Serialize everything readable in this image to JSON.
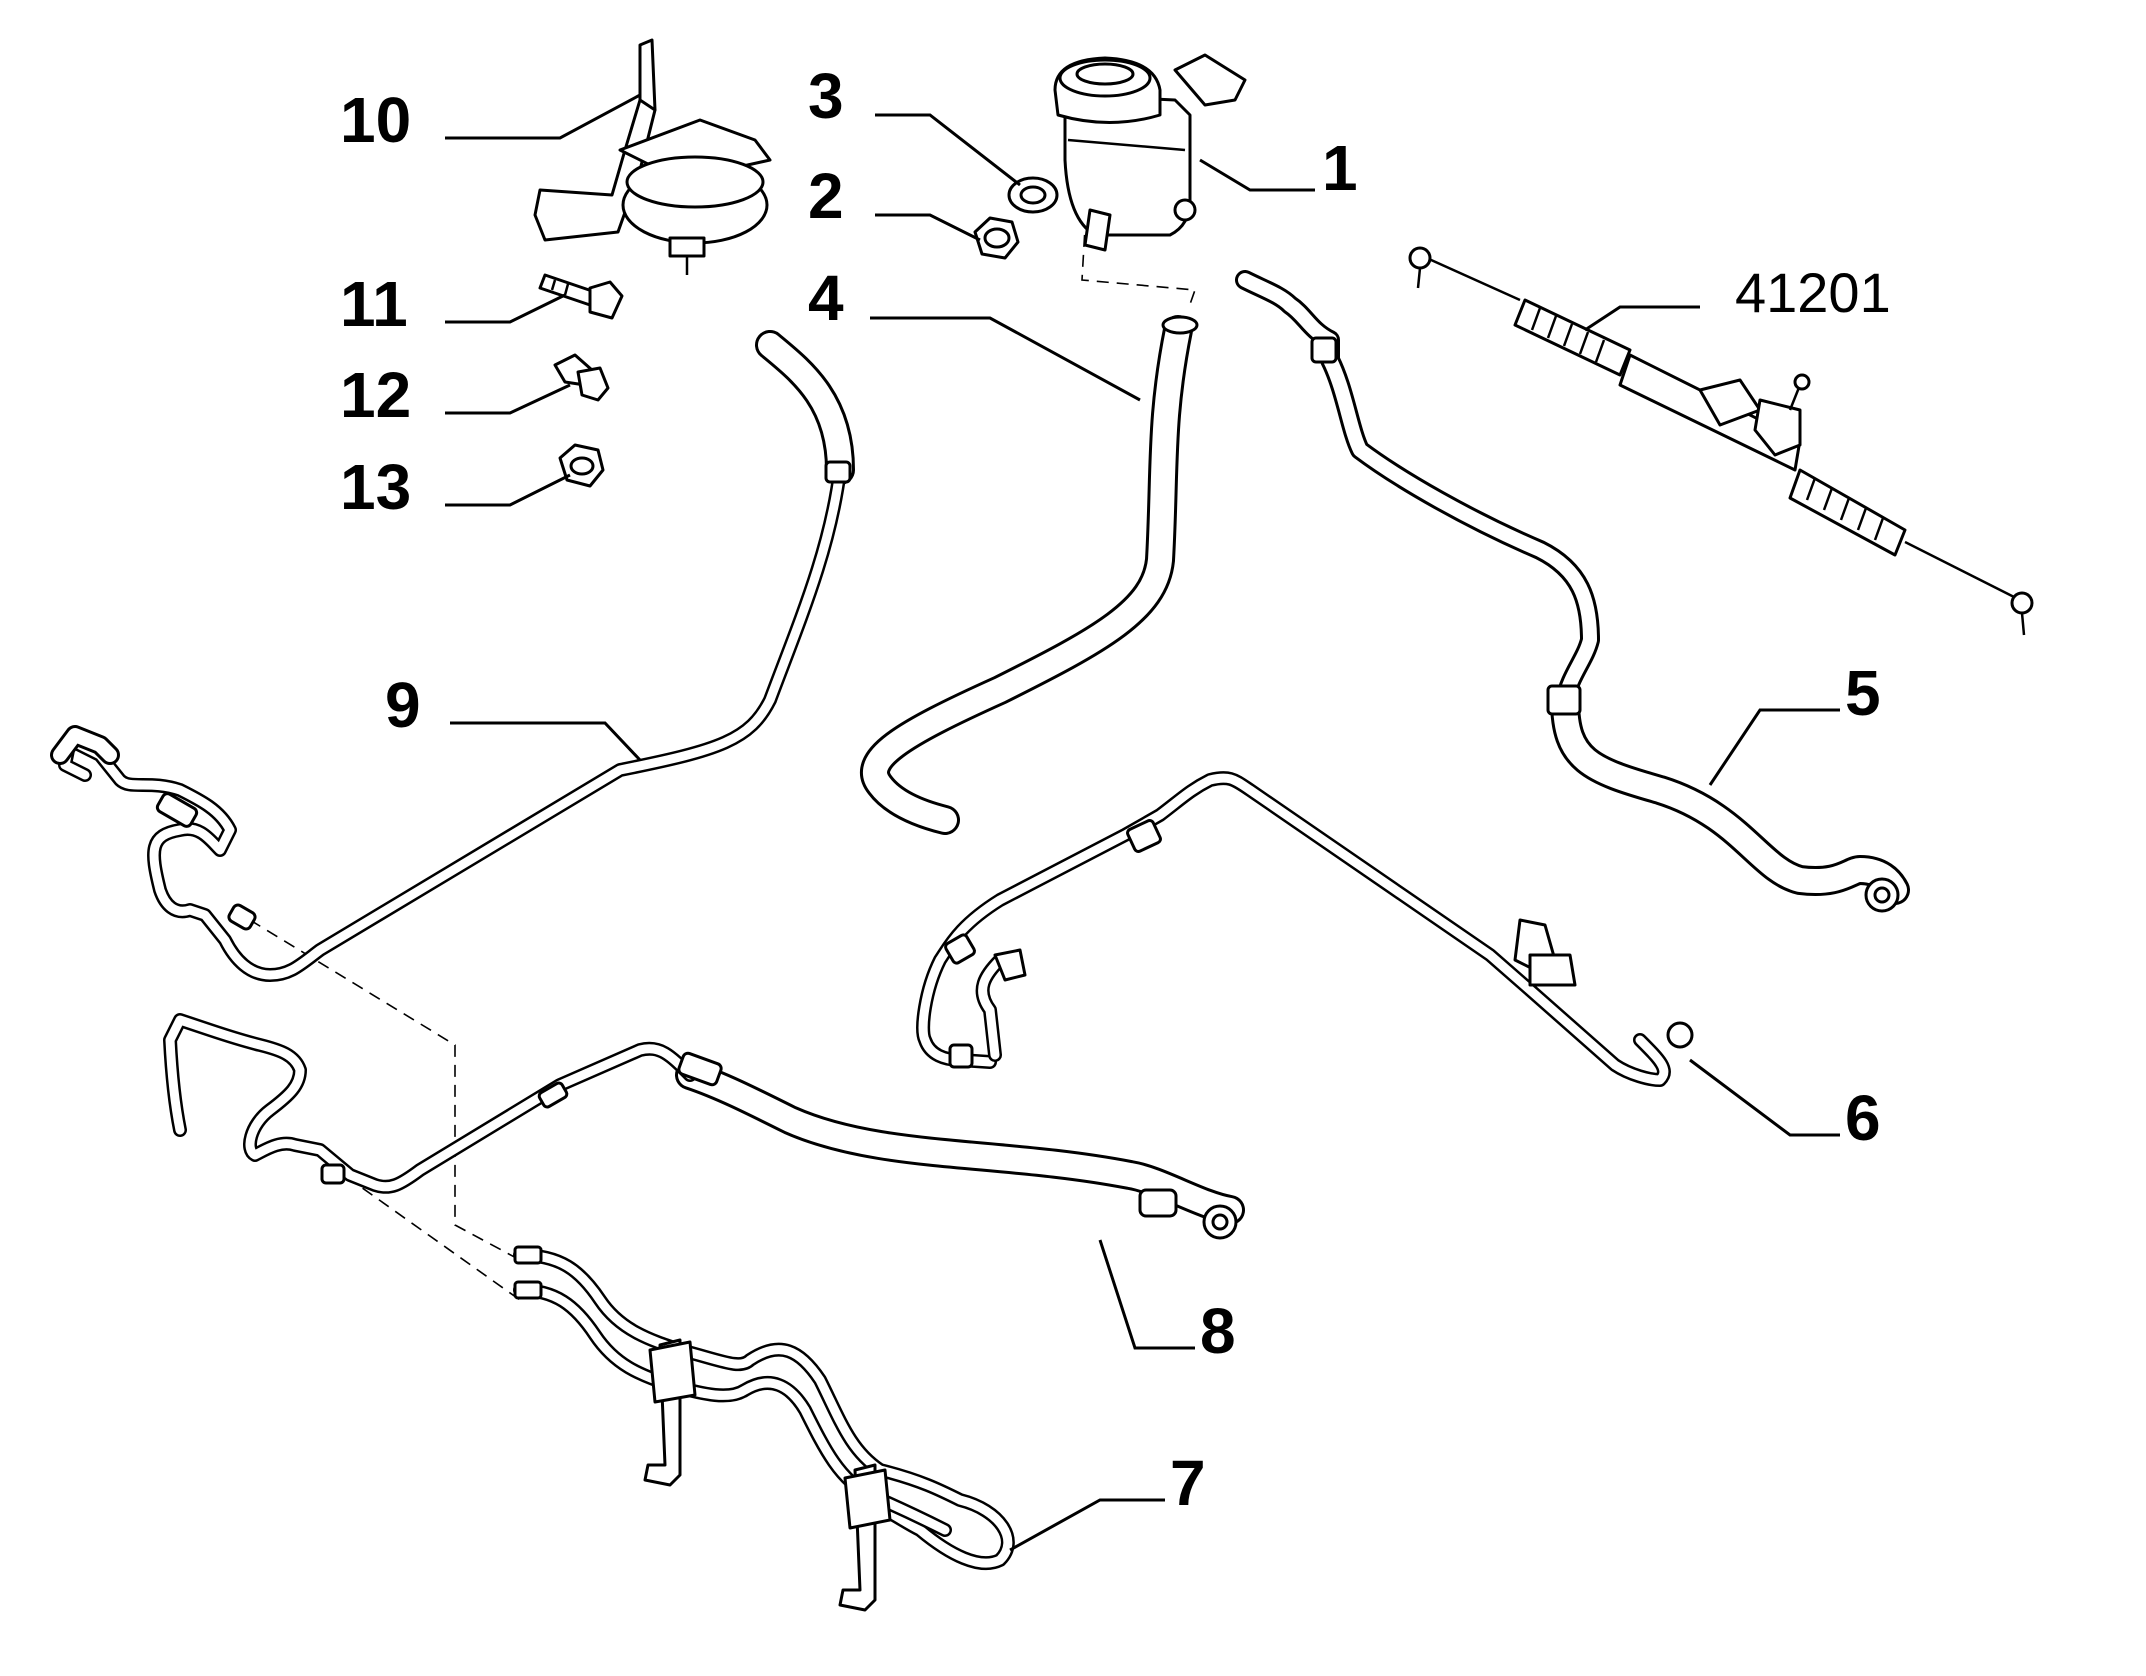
{
  "callouts": [
    {
      "id": "1",
      "text": "1"
    },
    {
      "id": "2",
      "text": "2"
    },
    {
      "id": "3",
      "text": "3"
    },
    {
      "id": "4",
      "text": "4"
    },
    {
      "id": "5",
      "text": "5"
    },
    {
      "id": "6",
      "text": "6"
    },
    {
      "id": "7",
      "text": "7"
    },
    {
      "id": "8",
      "text": "8"
    },
    {
      "id": "9",
      "text": "9"
    },
    {
      "id": "10",
      "text": "10"
    },
    {
      "id": "11",
      "text": "11"
    },
    {
      "id": "12",
      "text": "12"
    },
    {
      "id": "13",
      "text": "13"
    },
    {
      "id": "41201",
      "text": "41201"
    }
  ]
}
